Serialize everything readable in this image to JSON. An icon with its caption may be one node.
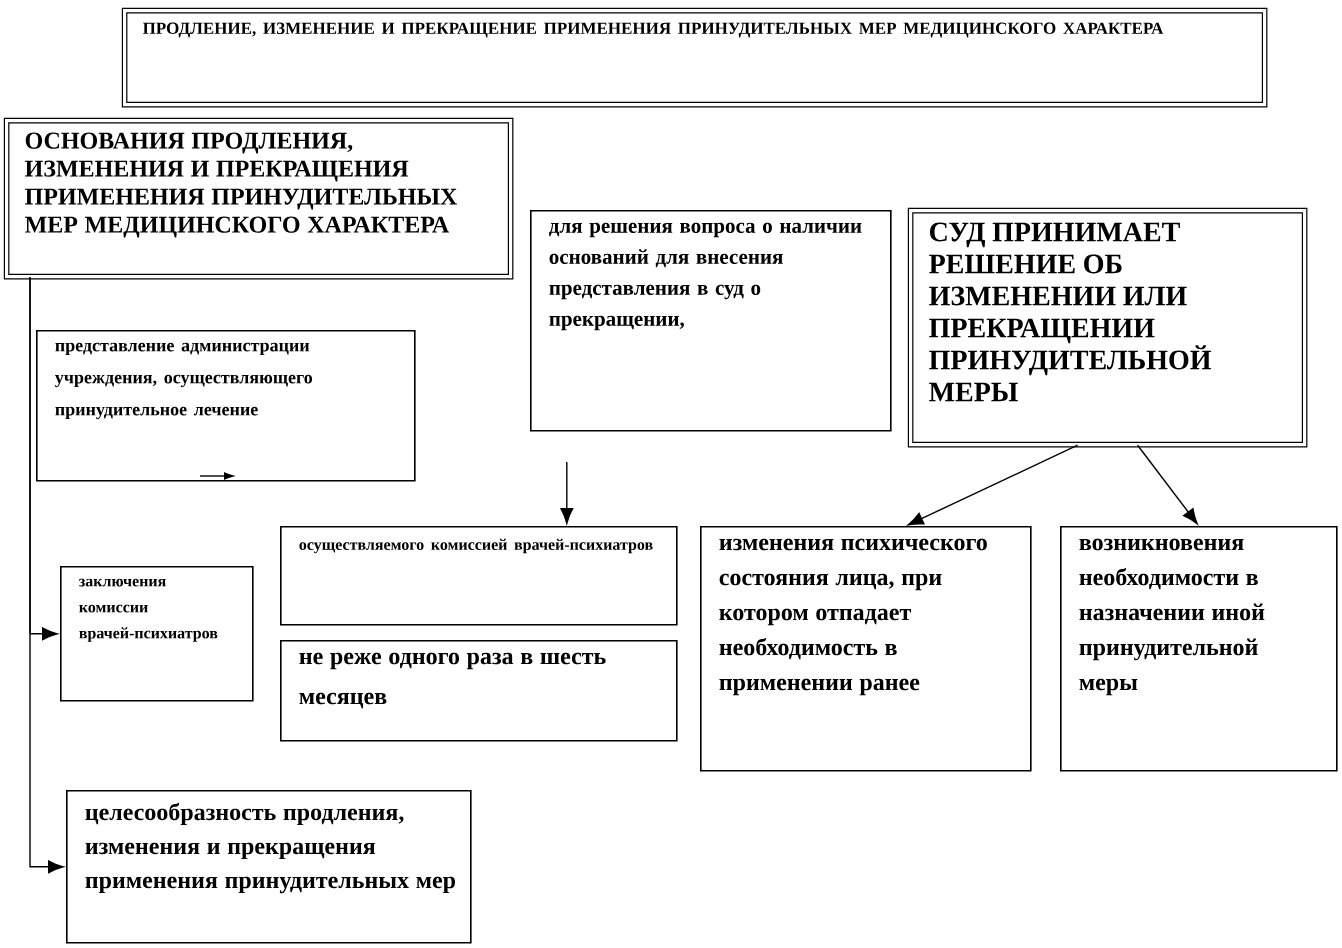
{
  "diagram": {
    "nodes": [
      {
        "text": [
          "ПРОДЛЕНИЕ, ИЗМЕНЕНИЕ И ПРЕКРАЩЕНИЕ ПРИМЕНЕНИЯ ПРИНУДИТЕЛЬНЫХ МЕР МЕДИЦИНСКОГО ХАРАКТЕРА"
        ]
      },
      {
        "text": [
          "ОСНОВАНИЯ ПРОДЛЕНИЯ, ИЗМЕНЕНИЯ И ПРЕКРАЩЕНИЯ ПРИМЕНЕНИЯ ПРИНУДИТЕЛЬНЫХ МЕР МЕДИЦИНСКОГО ХАРАКТЕРА"
        ]
      },
      {
        "text": [
          "представление администрации учреждения, осуществляющего принудительное лечение"
        ]
      },
      {
        "text": [
          "заключения комиссии врачей-психиатров"
        ]
      },
      {
        "text": [
          "осуществляемого комиссией врачей-психиатров"
        ]
      },
      {
        "text": [
          "не реже одного раза в шесть месяцев"
        ]
      },
      {
        "text": [
          "для решения вопроса о наличии оснований для внесения представления в суд о прекращении,"
        ]
      },
      {
        "text": [
          "СУД ПРИНИМАЕТ РЕШЕНИЕ ОБ ИЗМЕНЕНИИ ИЛИ ПРЕКРАЩЕНИИ ПРИНУДИТЕЛЬНОЙ МЕРЫ"
        ]
      },
      {
        "text": [
          "изменения психического состояния лица, при котором отпадает необходимость в применении ранее"
        ]
      },
      {
        "text": [
          "возникновения необходимости в назначении иной принудительной меры"
        ]
      },
      {
        "text": [
          "целесообразность продления, изменения и прекращения применения принудительных мер"
        ]
      }
    ],
    "edges": [
      {
        "from": 1,
        "to": 3,
        "arrow": "to"
      },
      {
        "from": 1,
        "to": 10,
        "arrow": "to"
      },
      {
        "from": null,
        "to": 4,
        "arrow": "to"
      },
      {
        "from": 7,
        "to": 8,
        "arrow": "to"
      },
      {
        "from": 7,
        "to": 9,
        "arrow": "to"
      }
    ]
  }
}
